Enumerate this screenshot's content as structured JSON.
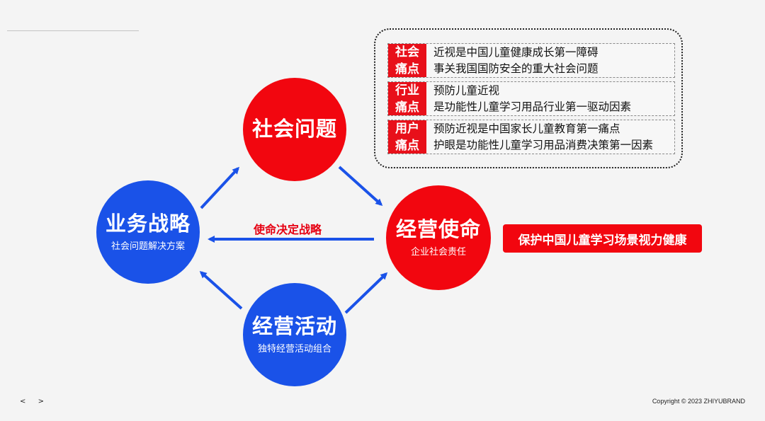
{
  "diagram": {
    "social": {
      "title": "社会问题"
    },
    "strategy": {
      "title": "业务战略",
      "subtitle": "社会问题解决方案"
    },
    "mission": {
      "title": "经营使命",
      "subtitle": "企业社会责任"
    },
    "activity": {
      "title": "经营活动",
      "subtitle": "独特经营活动组合"
    },
    "mid_label": "使命决定战略",
    "slogan": "保护中国儿童学习场景视力健康"
  },
  "pain_points": [
    {
      "tag_line1": "社会",
      "tag_line2": "痛点",
      "line1": "近视是中国儿童健康成长第一障碍",
      "line2": "事关我国国防安全的重大社会问题"
    },
    {
      "tag_line1": "行业",
      "tag_line2": "痛点",
      "line1": "预防儿童近视",
      "line2": "是功能性儿童学习用品行业第一驱动因素"
    },
    {
      "tag_line1": "用户",
      "tag_line2": "痛点",
      "line1": "预防近视是中国家长儿童教育第一痛点",
      "line2": "护眼是功能性儿童学习用品消费决策第一因素"
    }
  ],
  "footer": {
    "prev": "<",
    "next": ">",
    "copyright": "Copyright © 2023 ZHIYUBRAND"
  },
  "colors": {
    "red": "#f2060f",
    "blue": "#1a52e8",
    "arrow": "#1a52e8"
  }
}
